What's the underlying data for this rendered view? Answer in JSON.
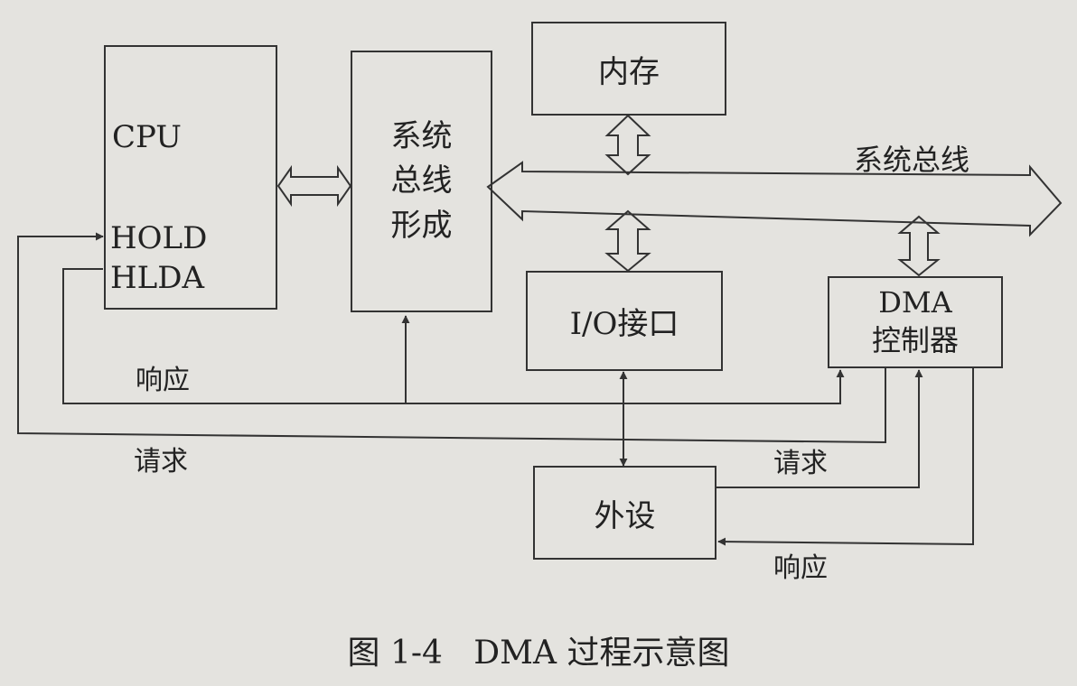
{
  "diagram": {
    "cpu": {
      "name": "CPU",
      "hold": "HOLD",
      "hlda": "HLDA"
    },
    "bus_former": [
      "系统",
      "总线",
      "形成"
    ],
    "memory": "内存",
    "system_bus": "系统总线",
    "io_interface": "I/O接口",
    "dma_controller": [
      "DMA",
      "控制器"
    ],
    "peripheral": "外设",
    "cpu_response": "响应",
    "cpu_request": "请求",
    "device_request": "请求",
    "device_response": "响应"
  },
  "caption": "图 1-4   DMA 过程示意图"
}
